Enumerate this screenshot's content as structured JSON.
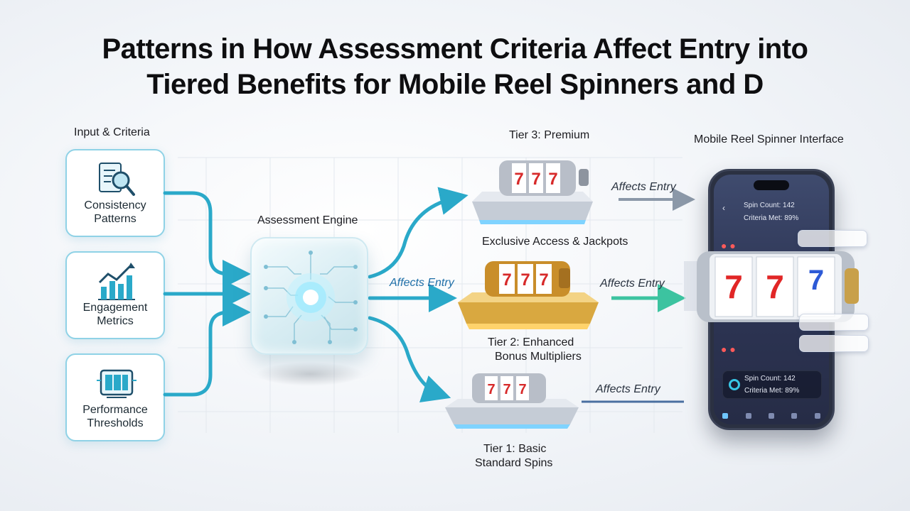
{
  "title": {
    "line1": "Patterns in How Assessment Criteria Affect Entry into",
    "line2": "Tiered Benefits for Mobile Reel Spinners and D"
  },
  "inputs": {
    "heading": "Input & Criteria",
    "cards": [
      {
        "label": "Consistency Patterns",
        "icon": "magnifier-checklist-icon"
      },
      {
        "label": "Engagement Metrics",
        "icon": "rising-bar-chart-icon"
      },
      {
        "label": "Performance Thresholds",
        "icon": "slot-machine-screen-icon"
      }
    ]
  },
  "engine": {
    "label": "Assessment Engine",
    "icon": "circuit-chip-icon"
  },
  "tiers": [
    {
      "name": "Tier 3: Premium",
      "benefit": "Exclusive Access & Jackpots",
      "platform_glow": "#7fd3ff"
    },
    {
      "name": "Tier 2: Enhanced",
      "benefit": "Bonus Multipliers",
      "platform_glow": "#ffd36b"
    },
    {
      "name": "Tier 1: Basic",
      "benefit": "Standard Spins",
      "platform_glow": "#7fd3ff"
    }
  ],
  "arrows": {
    "affects_entry": "Affects Entry"
  },
  "phone": {
    "heading": "Mobile Reel Spinner Interface",
    "spin_count": "Spin Count: 142",
    "criteria_met": "Criteria Met: 89%",
    "reel_symbols": [
      "7",
      "7",
      "7"
    ]
  },
  "colors": {
    "flow_arrow": "#2aa9c9",
    "tier2_arrow": "#3cc3a0",
    "affects_text_blue": "#1f6fa8",
    "phone_bezel": "#2b3142"
  }
}
